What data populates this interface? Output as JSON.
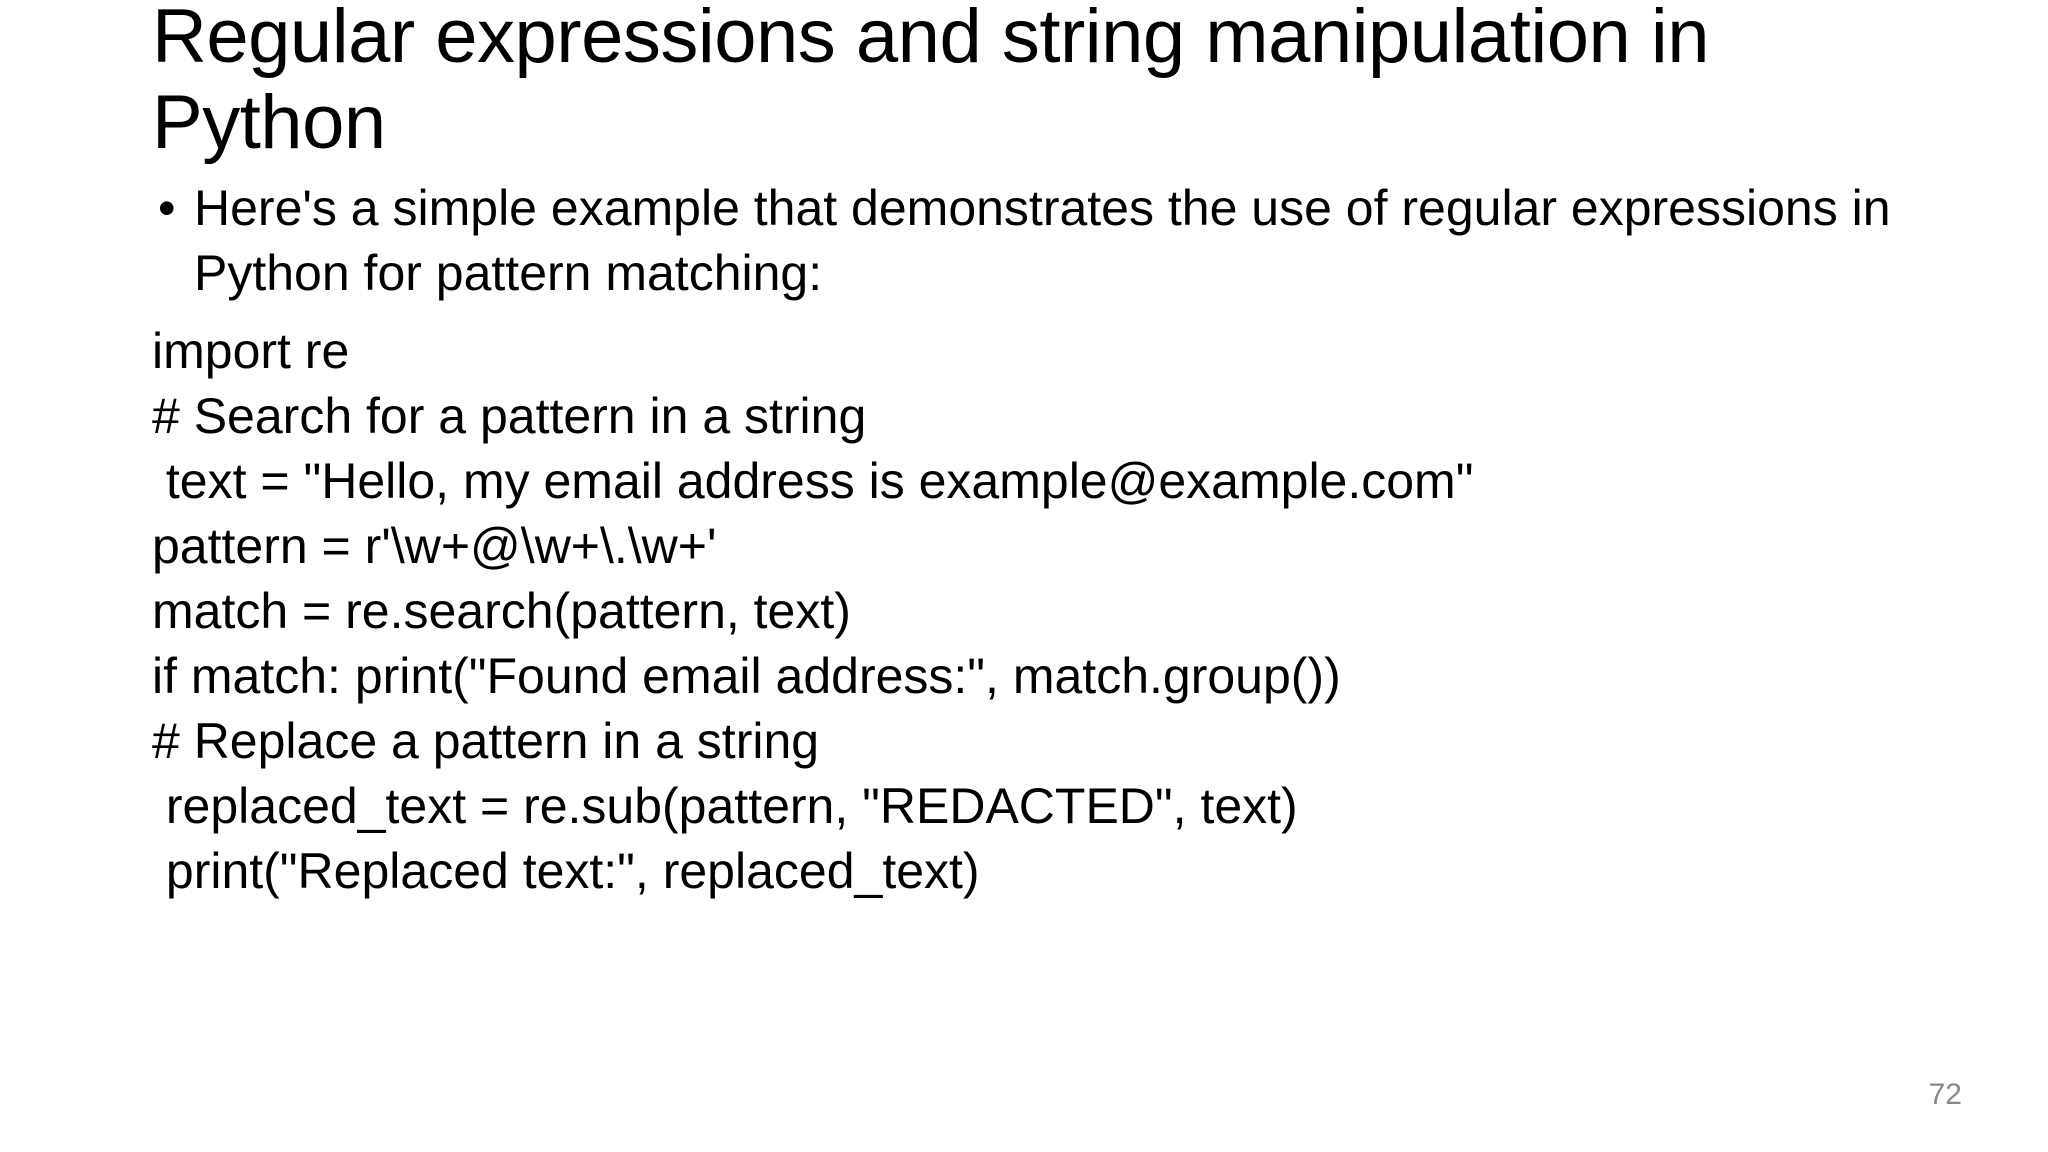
{
  "slide": {
    "title": "Regular expressions and string manipulation in Python",
    "bullets": [
      {
        "marker": "•",
        "text": "Here's a simple example that demonstrates the use of regular expressions in Python for pattern matching:"
      }
    ],
    "code_lines": [
      "import re",
      "# Search for a pattern in a string",
      " text = \"Hello, my email address is example@example.com\"",
      "pattern = r'\\w+@\\w+\\.\\w+'",
      "match = re.search(pattern, text)",
      "if match: print(\"Found email address:\", match.group())",
      "# Replace a pattern in a string",
      " replaced_text = re.sub(pattern, \"REDACTED\", text)",
      " print(\"Replaced text:\", replaced_text)"
    ],
    "page_number": "72",
    "colors": {
      "background": "#ffffff",
      "text": "#000000",
      "page_number": "#888888"
    }
  }
}
